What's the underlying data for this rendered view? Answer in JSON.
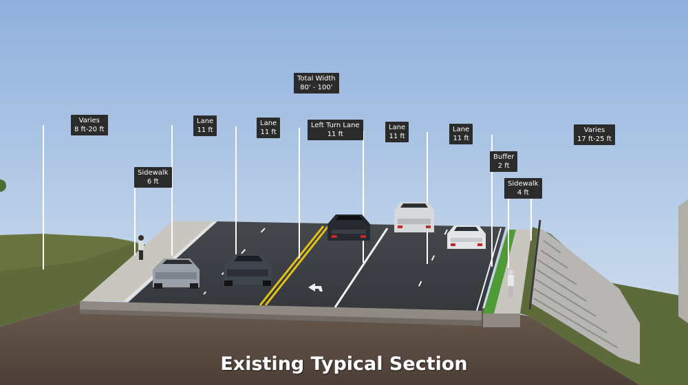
{
  "caption": "Existing Typical Section",
  "labels": {
    "total_width": {
      "title": "Total Width",
      "value": "80' - 100'"
    },
    "varies_left": {
      "title": "Varies",
      "value": "8 ft-20 ft"
    },
    "sidewalk_left": {
      "title": "Sidewalk",
      "value": "6 ft"
    },
    "lane_1": {
      "title": "Lane",
      "value": "11 ft"
    },
    "lane_2": {
      "title": "Lane",
      "value": "11 ft"
    },
    "left_turn_lane": {
      "title": "Left Turn Lane",
      "value": "11 ft"
    },
    "lane_3": {
      "title": "Lane",
      "value": "11 ft"
    },
    "lane_4": {
      "title": "Lane",
      "value": "11 ft"
    },
    "buffer": {
      "title": "Buffer",
      "value": "2 ft"
    },
    "sidewalk_right": {
      "title": "Sidewalk",
      "value": "4 ft"
    },
    "varies_right": {
      "title": "Varies",
      "value": "17 ft-25 ft"
    }
  },
  "colors": {
    "sky_top": "#8fb0dc",
    "sky_bottom": "#dbe6f2",
    "pavement": "#3a3d42",
    "sidewalk": "#c9c6c0",
    "grass": "#5f6a3a",
    "soil": "#5b4c43",
    "yellow_line": "#e4c21a",
    "label_bg": "#2b2b2b"
  }
}
